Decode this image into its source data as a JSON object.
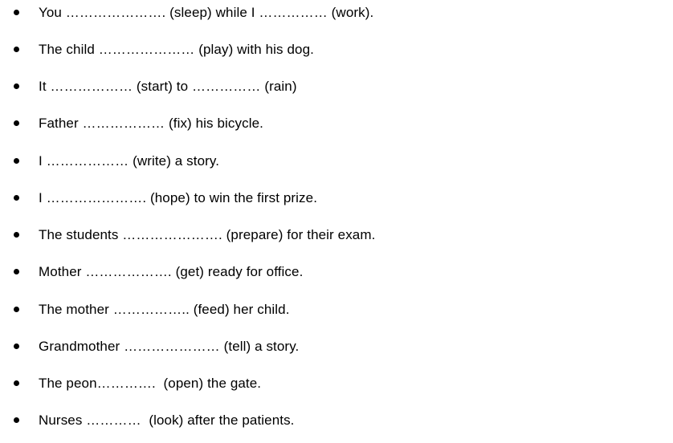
{
  "exercise": {
    "items": [
      "You …………………. (sleep) while I …………… (work).",
      "The child ………………… (play) with his dog.",
      "It ……………… (start) to …………… (rain)",
      "Father ……………… (fix) his bicycle.",
      "I ……………… (write) a story.",
      "I …………………. (hope) to win the first prize.",
      "The students …………………. (prepare) for their exam.",
      "Mother ………………. (get) ready for office.",
      "The mother …………….. (feed) her child.",
      "Grandmother ………………… (tell) a story.",
      "The peon………….  (open) the gate.",
      "Nurses …………  (look) after the patients."
    ]
  }
}
